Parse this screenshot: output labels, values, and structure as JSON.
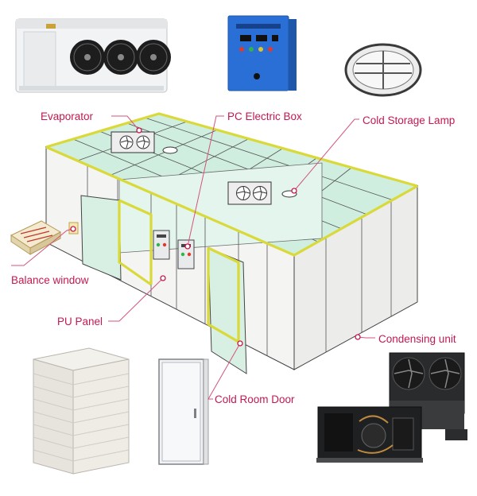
{
  "labels": {
    "evaporator": "Evaporator",
    "pc_electric_box": "PC Electric Box",
    "cold_storage_lamp": "Cold Storage Lamp",
    "balance_window": "Balance window",
    "pu_panel": "PU Panel",
    "condensing_unit": "Condensing unit",
    "cold_room_door": "Cold Room Door"
  },
  "colors": {
    "label": "#c4184f",
    "leader": "#d4547c",
    "roof_glass": "#cfeee0",
    "wall": "#f4f4f2",
    "trim": "#d9d93a",
    "electric_box": "#2a6fd6"
  }
}
